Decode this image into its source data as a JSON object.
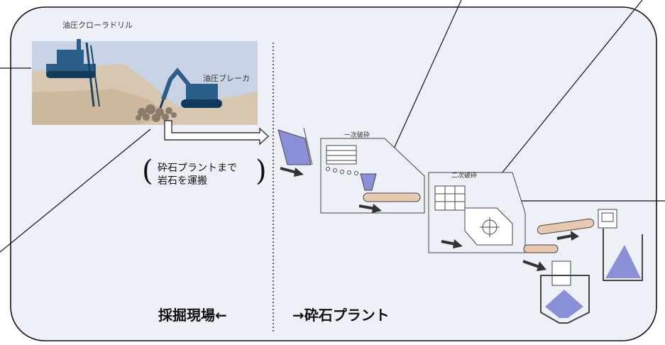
{
  "labels": {
    "crawler_drill": "油圧クローラドリル",
    "breaker": "油圧ブレーカ",
    "transport_line1": "砕石プラントまで",
    "transport_line2": "岩石を運搬",
    "paren_open": "(",
    "paren_close": ")",
    "primary_crush": "一次破砕",
    "secondary_crush": "二次破砕",
    "left_area": "採掘現場←",
    "right_area": "→砕石プラント"
  },
  "colors": {
    "frame_bg": "#eef0f7",
    "frame_border": "#111111",
    "sky": "#c9d3e6",
    "ground": "#d8c7b0",
    "machine": "#2b5f8a",
    "belt": "#e8c9b0",
    "hopper": "#8a90d8"
  }
}
